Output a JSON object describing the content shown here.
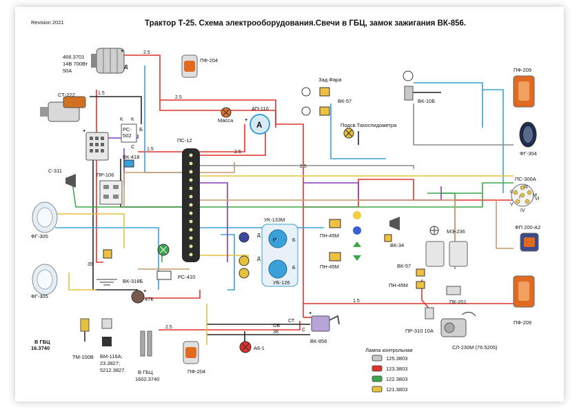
{
  "header": {
    "revision": "Revision 2021",
    "title": "Трактор Т-25. Схема электрооборудования.Свечи в ГБЦ, замок зажигания ВК-856."
  },
  "labels": {
    "gen1": "466.3701",
    "gen2": "14В 700Вт",
    "gen3": "50А",
    "gen_d": "Д",
    "starter": "СТ-222",
    "pf204_top": "ПФ-204",
    "pf204_bot": "ПФ-204",
    "zad_fara": "Зад.Фара",
    "vk57_top": "ВК-57",
    "vk106": "ВК-10Б",
    "pf209_top": "ПФ-209",
    "pf209_bot": "ПФ-209",
    "fg304": "ФГ-304",
    "massa": "Масса",
    "ap110": "АП-110",
    "ammeter": "А",
    "podsv": "Подсв.Тахоспидометра",
    "rs502": "РС-\n502",
    "rs502_a": "РС-",
    "rs502_b": "502",
    "rs_k1": "К",
    "rs_k2": "К",
    "rs_b": "Б",
    "rs_c": "С",
    "vk418": "ВК-418",
    "ps12": "ПС-12",
    "s311": "С-311",
    "pr106": "ПР-106",
    "fg305_top": "ФГ-305",
    "fg305_bot": "ФГ-305",
    "uk133": "УК-133М",
    "pn45_top": "ПН-45М",
    "pn45_mid": "ПН-45М",
    "pn45_low": "ПН-45М",
    "ps300": "ПС-300А",
    "fp200": "ФП 200-А2",
    "vk34": "ВК-34",
    "me236": "МЭ-236",
    "vk57_low": "ВК-57",
    "pk201": "ПК-201",
    "rs410": "РС-410",
    "vk318": "ВК-318Б",
    "k47": "47К",
    "ub126": "УБ-126",
    "pr310": "ПР-310 10А",
    "sl230": "СЛ-230М (76.5205)",
    "vk856": "ВК-856",
    "a61": "А6-1",
    "tm100": "ТМ-100В",
    "bm116": "БМ-116А;",
    "bm116b": "23.3827;",
    "bm116c": "5212.3827.",
    "gbc_left1": "В ГБЦ",
    "gbc_left2": "16.3740",
    "gbc_mid1": "В ГБЦ",
    "gbc_mid2": "1602.3740",
    "lamp_title": "Лампа контрольная",
    "lamp1": "125.3803",
    "lamp2": "123.3803",
    "lamp3": "122.3803",
    "lamp4": "121.3803",
    "w25a": "2.5",
    "w25b": "2.5",
    "w25c": "2.5",
    "w25d": "2.5",
    "w25e": "2.5",
    "w15a": "1.5",
    "w15b": "1.5",
    "w15c": "1.5",
    "w35": "35",
    "st": "СТ",
    "ov": "ОВ",
    "zk": "ЗК",
    "c856": "С",
    "d1": "Д",
    "b1": "Б",
    "d2": "Д",
    "b2": "Б",
    "term_i": "I",
    "term_ii": "II",
    "term_iii": "III",
    "term_iv": "IV",
    "term_v": "V",
    "term_vi": "VI",
    "term_m": "М",
    "plus1": "+",
    "plus2": "+",
    "plus3": "+",
    "plus4": "+",
    "plus5": "+"
  },
  "colors": {
    "red": "#e0302a",
    "blue": "#3aa0d8",
    "green": "#3aa64a",
    "yellow": "#e6c23a",
    "purple": "#8a3ab8",
    "black": "#222222",
    "brown": "#9a5a2a",
    "gray": "#8a8a8a"
  }
}
